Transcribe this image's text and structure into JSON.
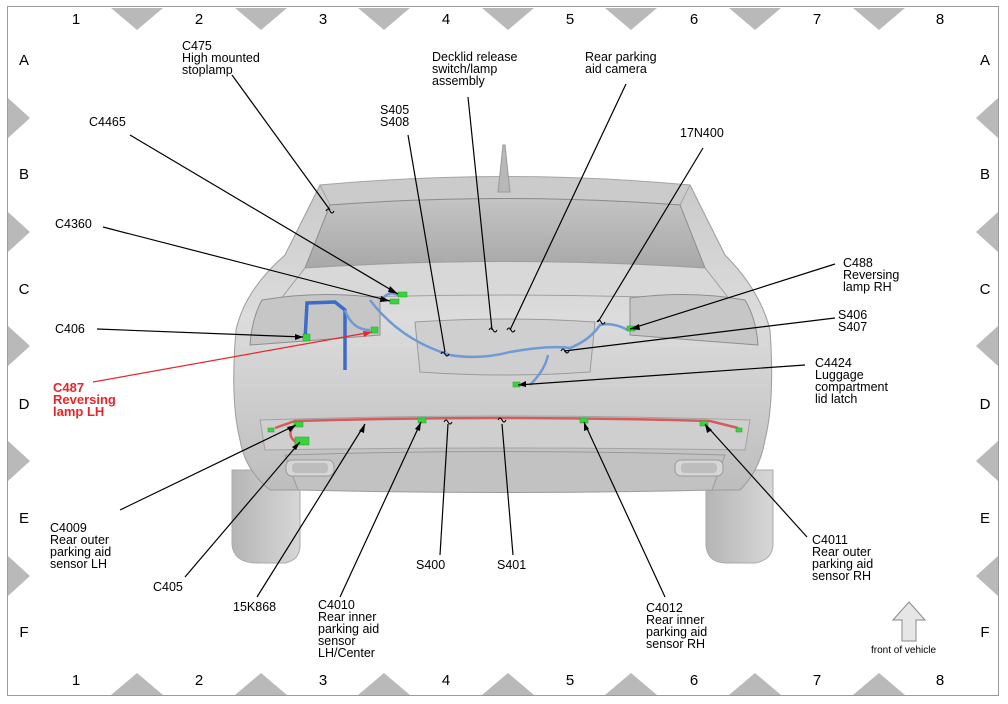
{
  "grid": {
    "columns": [
      "1",
      "2",
      "3",
      "4",
      "5",
      "6",
      "7",
      "8"
    ],
    "rows": [
      "A",
      "B",
      "C",
      "D",
      "E",
      "F"
    ]
  },
  "labels": {
    "c475": "C475\nHigh mounted\nstoplamp",
    "decklid": "Decklid release\nswitch/lamp\nassembly",
    "camera": "Rear parking\naid camera",
    "c4465": "C4465",
    "s405": "S405\nS408",
    "n17n400": "17N400",
    "c4360": "C4360",
    "c488": "C488\nReversing\nlamp RH",
    "c406": "C406",
    "s406": "S406\nS407",
    "c487": "C487\nReversing\nlamp LH",
    "c4424": "C4424\nLuggage\ncompartment\nlid latch",
    "c4009": "C4009\nRear outer\nparking aid\nsensor LH",
    "c405": "C405",
    "k868": "15K868",
    "c4010": "C4010\nRear inner\nparking aid\nsensor\nLH/Center",
    "s400": "S400",
    "s401": "S401",
    "c4012": "C4012\nRear inner\nparking aid\nsensor RH",
    "c4011": "C4011\nRear outer\nparking aid\nsensor RH",
    "front": "front of vehicle"
  },
  "colors": {
    "harness_upper": "#6f9ad6",
    "harness_lower": "#d35d5d",
    "connector": "#39d43d",
    "highlight": "#e8262a",
    "car_body": "#d4d4d4"
  }
}
